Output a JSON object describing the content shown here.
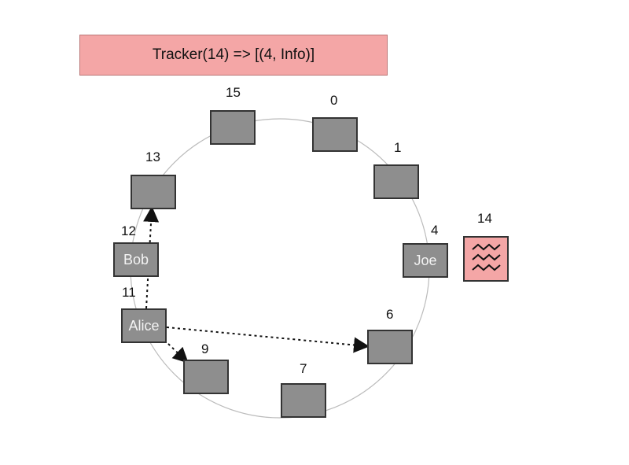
{
  "tracker_banner": "Tracker(14) => [(4, Info)]",
  "nodes": {
    "n15": {
      "id": "15",
      "name": ""
    },
    "n0": {
      "id": "0",
      "name": ""
    },
    "n1": {
      "id": "1",
      "name": ""
    },
    "n13": {
      "id": "13",
      "name": ""
    },
    "n12": {
      "id": "12",
      "name": "Bob"
    },
    "n4": {
      "id": "4",
      "name": "Joe"
    },
    "n11": {
      "id": "11",
      "name": "Alice"
    },
    "n6": {
      "id": "6",
      "name": ""
    },
    "n9": {
      "id": "9",
      "name": ""
    },
    "n7": {
      "id": "7",
      "name": ""
    }
  },
  "file": {
    "id": "14",
    "icon": "wavy-file-icon"
  },
  "colors": {
    "banner": "#f4a6a6",
    "node_fill": "#8e8e8e",
    "node_border": "#333333",
    "ring": "#bbbbbb",
    "file_fill": "#f4a6a6"
  }
}
